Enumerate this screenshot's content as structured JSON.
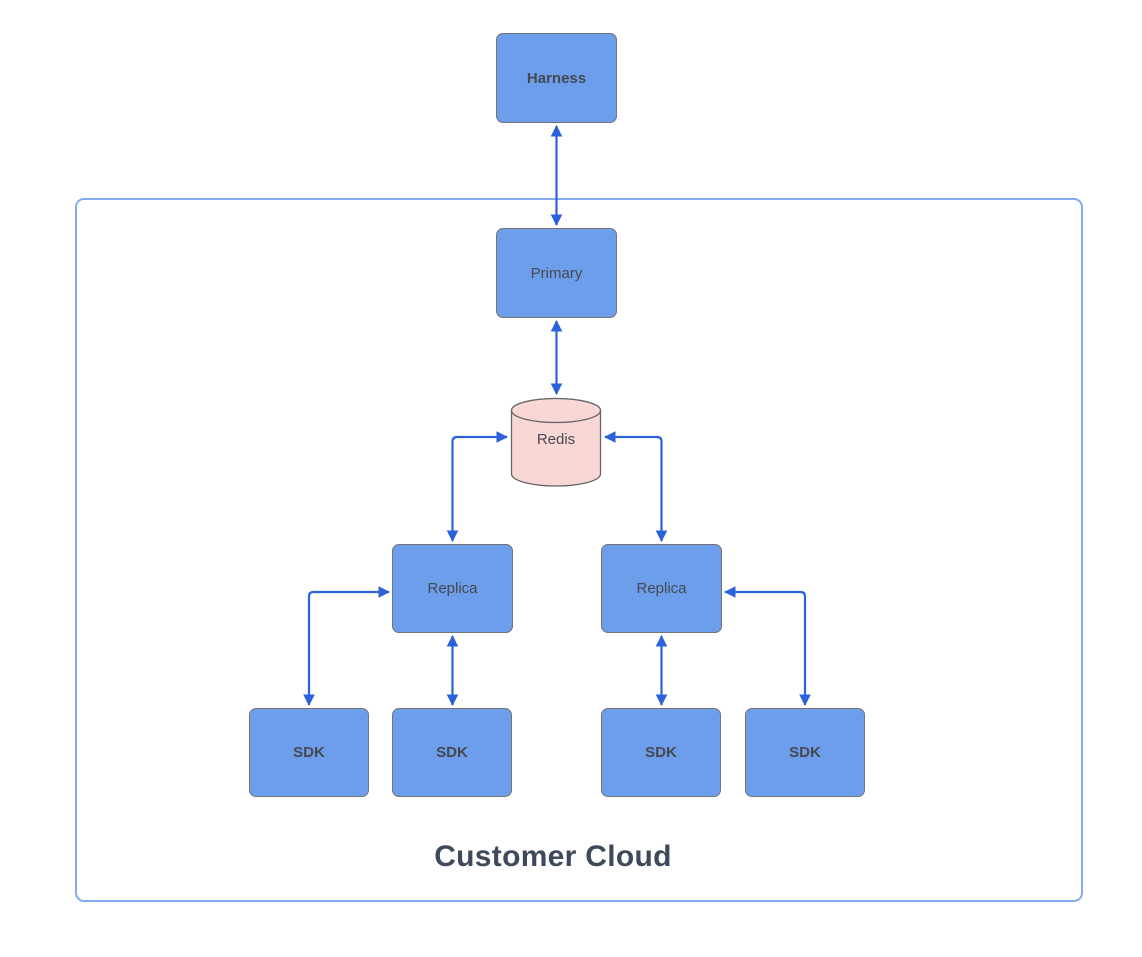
{
  "colors": {
    "node_fill": "#6d9eeb",
    "node_stroke": "#737373",
    "redis_fill": "#f8d7d5",
    "redis_stroke": "#666666",
    "arrow": "#2b61d9",
    "container_stroke": "#85abef",
    "node_text": "#45494e",
    "container_label_text": "#3e4a5c"
  },
  "container": {
    "label": "Customer Cloud"
  },
  "nodes": {
    "harness": {
      "label": "Harness"
    },
    "primary": {
      "label": "Primary"
    },
    "redis": {
      "label": "Redis"
    },
    "replica_left": {
      "label": "Replica"
    },
    "replica_right": {
      "label": "Replica"
    },
    "sdk_outer_left": {
      "label": "SDK"
    },
    "sdk_inner_left": {
      "label": "SDK"
    },
    "sdk_inner_right": {
      "label": "SDK"
    },
    "sdk_outer_right": {
      "label": "SDK"
    }
  },
  "edges": [
    {
      "from": "Harness",
      "to": "Primary",
      "direction": "bidirectional"
    },
    {
      "from": "Primary",
      "to": "Redis",
      "direction": "bidirectional"
    },
    {
      "from": "Redis",
      "to": "Replica (left)",
      "direction": "bidirectional"
    },
    {
      "from": "Redis",
      "to": "Replica (right)",
      "direction": "bidirectional"
    },
    {
      "from": "Replica (left)",
      "to": "SDK (outer left)",
      "direction": "bidirectional"
    },
    {
      "from": "Replica (left)",
      "to": "SDK (inner left)",
      "direction": "bidirectional"
    },
    {
      "from": "Replica (right)",
      "to": "SDK (inner right)",
      "direction": "bidirectional"
    },
    {
      "from": "Replica (right)",
      "to": "SDK (outer right)",
      "direction": "bidirectional"
    }
  ]
}
